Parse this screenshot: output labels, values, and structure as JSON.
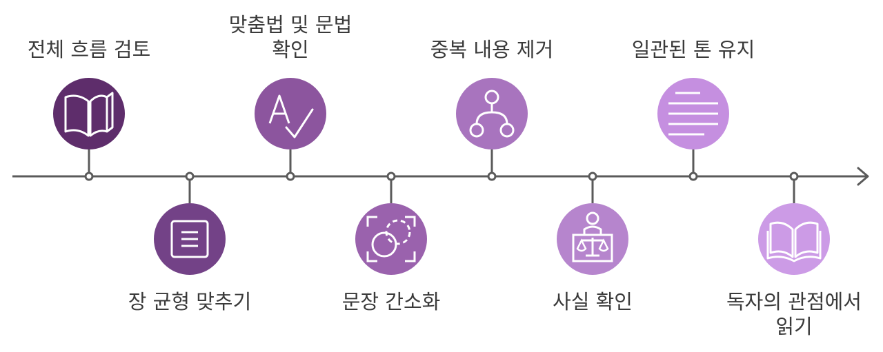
{
  "steps": [
    {
      "label": [
        "전체 흐름 검토"
      ],
      "position": "top",
      "icon": "open-book-icon",
      "color": "#5e2d6b"
    },
    {
      "label": [
        "장 균형 맞추기"
      ],
      "position": "bottom",
      "icon": "list-box-icon",
      "color": "#734287"
    },
    {
      "label": [
        "맞춤법 및 문법",
        "확인"
      ],
      "position": "top",
      "icon": "spellcheck-icon",
      "color": "#8c559e"
    },
    {
      "label": [
        "문장 간소화"
      ],
      "position": "bottom",
      "icon": "simplify-icon",
      "color": "#9a62ad"
    },
    {
      "label": [
        "중복 내용 제거"
      ],
      "position": "top",
      "icon": "hierarchy-icon",
      "color": "#a874be"
    },
    {
      "label": [
        "사실 확인"
      ],
      "position": "bottom",
      "icon": "judge-scale-icon",
      "color": "#b685cd"
    },
    {
      "label": [
        "일관된 톤 유지"
      ],
      "position": "top",
      "icon": "text-lines-icon",
      "color": "#c58fe0"
    },
    {
      "label": [
        "독자의 관점에서",
        "읽기"
      ],
      "position": "bottom",
      "icon": "reader-book-icon",
      "color": "#cc9be6"
    }
  ],
  "axis_color": "#5a5a5a"
}
